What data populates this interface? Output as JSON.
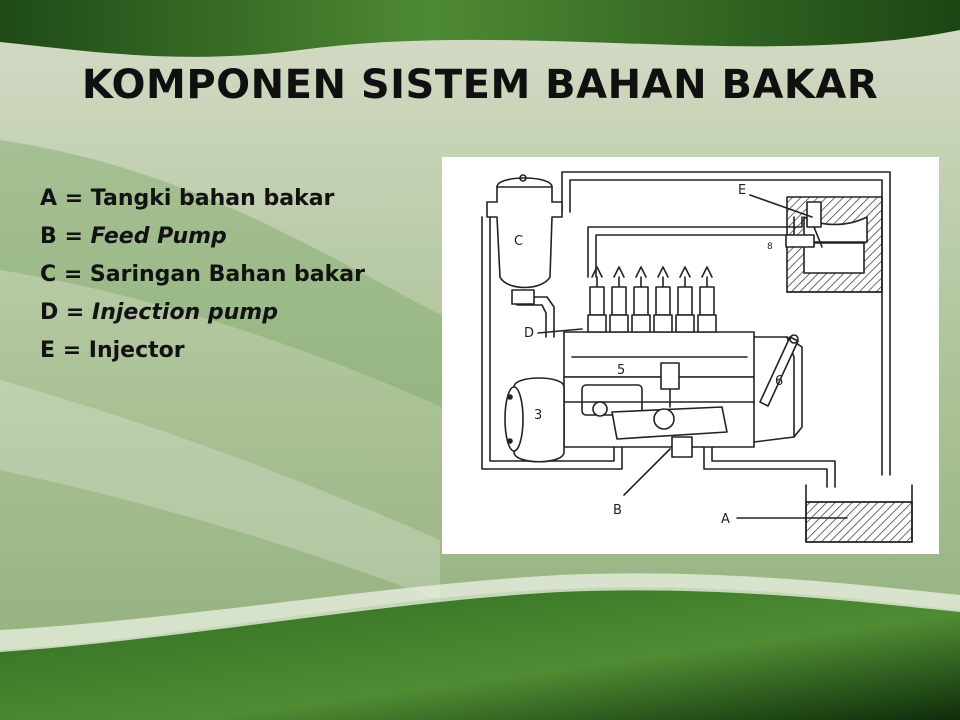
{
  "slide": {
    "title": "KOMPONEN SISTEM BAHAN BAKAR"
  },
  "legend": [
    {
      "key": "A",
      "sep": " = ",
      "text": "Tangki bahan bakar",
      "italic": false
    },
    {
      "key": "B",
      "sep": " = ",
      "text": "Feed Pump",
      "italic": true
    },
    {
      "key": "C",
      "sep": " = ",
      "text": "Saringan Bahan bakar",
      "italic": false
    },
    {
      "key": "D",
      "sep": " = ",
      "text": "Injection pump",
      "italic": true
    },
    {
      "key": "E",
      "sep": " = ",
      "text": "Injector",
      "italic": false
    }
  ],
  "diagram": {
    "labels": {
      "A": "A",
      "B": "B",
      "C": "C",
      "D": "D",
      "E": "E",
      "pump_number": "5",
      "governor_number": "3",
      "lever_number": "6",
      "injector_number": "8"
    }
  },
  "colors": {
    "background_green": "#2f6a24",
    "background_light": "#c9d6b8",
    "title_text": "#101010",
    "figure_bg": "#ffffff",
    "line_art": "#222222"
  }
}
